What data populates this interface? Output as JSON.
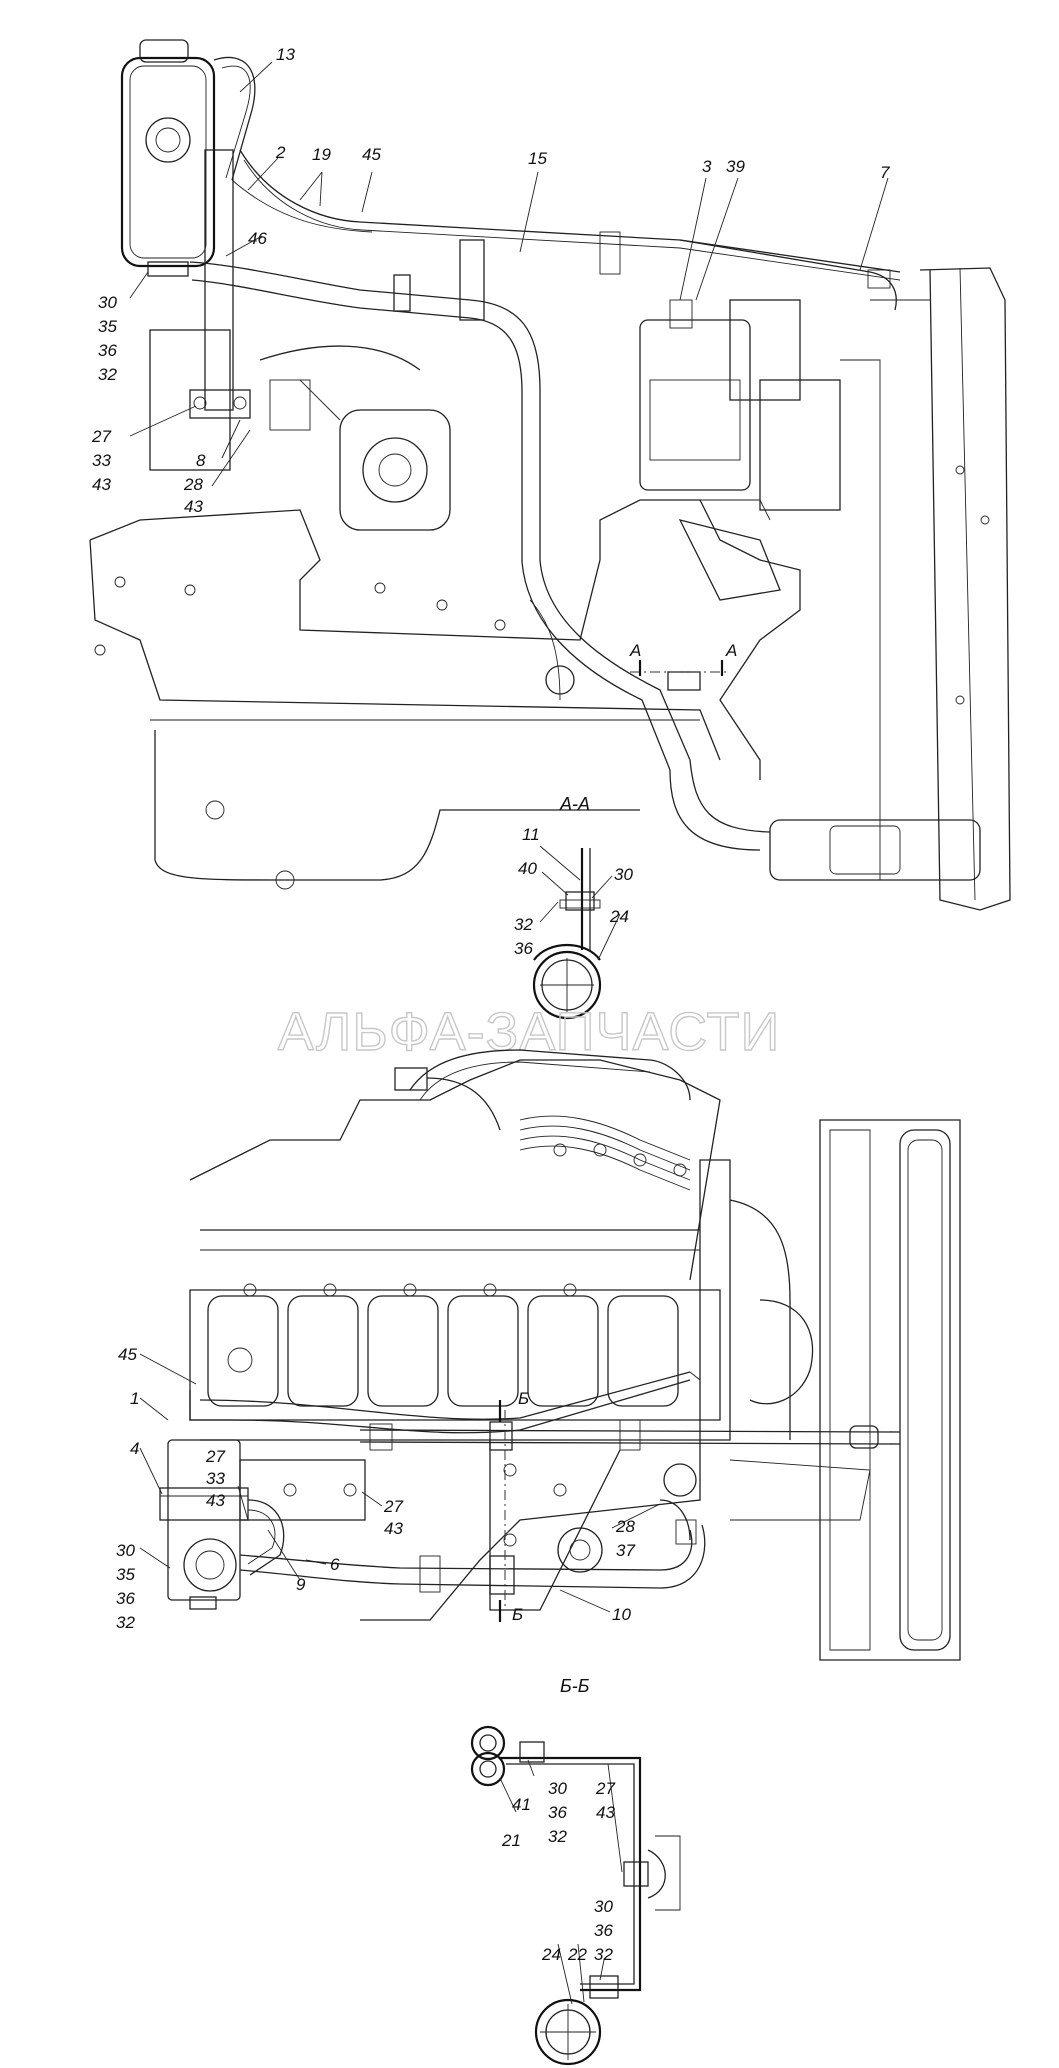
{
  "watermark": "АЛЬФА-ЗАПЧАСТИ",
  "sections": {
    "aa": "А-А",
    "bb": "Б-Б"
  },
  "cut_marks": {
    "a_left": "А",
    "a_right": "А",
    "b_top": "Б",
    "b_bottom": "Б"
  },
  "top_view_labels": {
    "c13": "13",
    "c2": "2",
    "c19": "19",
    "c45": "45",
    "c15": "15",
    "c3": "3",
    "c39": "39",
    "c7": "7",
    "c46": "46",
    "c30": "30",
    "c35": "35",
    "c36": "36",
    "c32": "32",
    "c27": "27",
    "c33": "33",
    "c43a": "43",
    "c8": "8",
    "c28": "28",
    "c43b": "43"
  },
  "aa_labels": {
    "c11": "11",
    "c40": "40",
    "c30": "30",
    "c32": "32",
    "c24": "24",
    "c36": "36"
  },
  "side_view_labels": {
    "c45": "45",
    "c1": "1",
    "c27a": "27",
    "c33": "33",
    "c43a": "43",
    "c4": "4",
    "c9": "9",
    "c6": "6",
    "c27b": "27",
    "c43b": "43",
    "c30": "30",
    "c35": "35",
    "c36": "36",
    "c32": "32",
    "c28": "28",
    "c37": "37",
    "c10": "10"
  },
  "bb_labels": {
    "c30a": "30",
    "c36a": "36",
    "c32a": "32",
    "c41": "41",
    "c21": "21",
    "c27": "27",
    "c43": "43",
    "c30b": "30",
    "c36b": "36",
    "c32b": "32",
    "c24": "24",
    "c22": "22"
  }
}
